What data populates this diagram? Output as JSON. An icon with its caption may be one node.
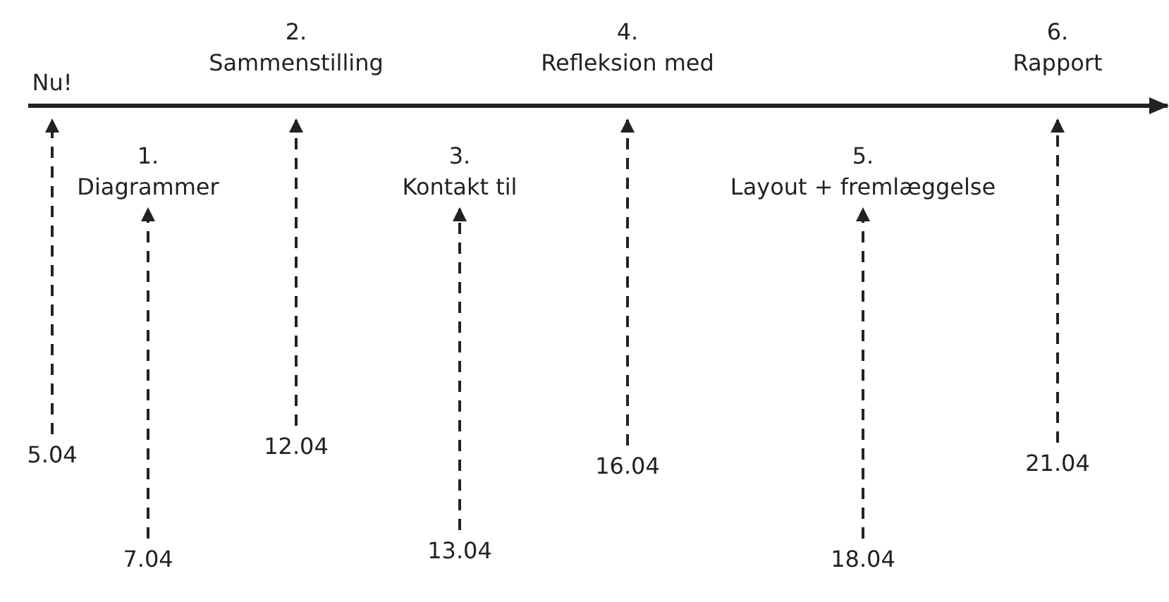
{
  "diagram": {
    "nodes": [
      {
        "text": [
          "Nu!"
        ]
      },
      {
        "text": [
          "2. Sammenstilling"
        ]
      },
      {
        "text": [
          "4. Refleksion med"
        ]
      },
      {
        "text": [
          "6. Rapport"
        ]
      },
      {
        "text": [
          "1. Diagrammer"
        ]
      },
      {
        "text": [
          "3. Kontakt til"
        ]
      },
      {
        "text": [
          "5. Layout + fremlæggelse"
        ]
      },
      {
        "text": [
          "5.04"
        ]
      },
      {
        "text": [
          "12.04"
        ]
      },
      {
        "text": [
          "16.04"
        ]
      },
      {
        "text": [
          "21.04"
        ]
      },
      {
        "text": [
          "7.04"
        ]
      },
      {
        "text": [
          "13.04"
        ]
      },
      {
        "text": [
          "18.04"
        ]
      }
    ],
    "edges": [
      {
        "from": 7,
        "to": 0,
        "arrow": "to",
        "style": "dashed"
      },
      {
        "from": 8,
        "to": 1,
        "arrow": "to",
        "style": "dashed"
      },
      {
        "from": 9,
        "to": 2,
        "arrow": "to",
        "style": "dashed"
      },
      {
        "from": 10,
        "to": 3,
        "arrow": "to",
        "style": "dashed"
      },
      {
        "from": 11,
        "to": 4,
        "arrow": "to",
        "style": "dashed"
      },
      {
        "from": 12,
        "to": 5,
        "arrow": "to",
        "style": "dashed"
      },
      {
        "from": 13,
        "to": 6,
        "arrow": "to",
        "style": "dashed"
      }
    ]
  }
}
